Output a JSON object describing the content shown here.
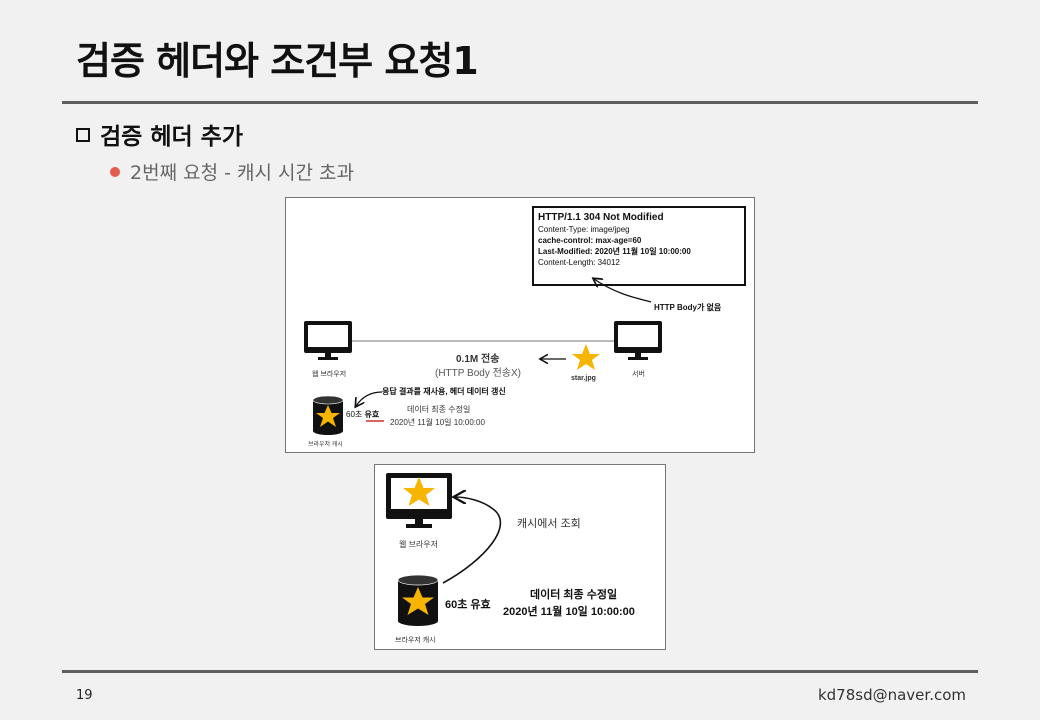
{
  "slide": {
    "title": "검증 헤더와 조건부 요청1",
    "section": "검증 헤더 추가",
    "bullet": "2번째 요청 - 캐시 시간 초과",
    "page_number": "19",
    "email": "kd78sd@naver.com"
  },
  "diagram1": {
    "response_lines": [
      "HTTP/1.1 304 Not Modified",
      "Content-Type: image/jpeg",
      "cache-control: max-age=60",
      "Last-Modified: 2020년 11월 10일 10:00:00",
      "Content-Length: 34012"
    ],
    "no_body_note": "HTTP Body가 없음",
    "transfer_size": "0.1M 전송",
    "transfer_note": "(HTTP Body 전송X)",
    "file_name": "star.jpg",
    "browser_label": "웹 브라우저",
    "server_label": "서버",
    "reuse_note": "응답 결과를 재사용, 헤더 데이터 갱신",
    "cache_age": "60초",
    "cache_valid": "유효",
    "last_modified_title": "데이터 최종 수정일",
    "last_modified_value": "2020년 11월 10일 10:00:00",
    "cache_label": "브라우저 캐시"
  },
  "diagram2": {
    "lookup_note": "캐시에서 조회",
    "browser_label": "웹 브라우저",
    "cache_age": "60초",
    "cache_valid": "유효",
    "last_modified_title": "데이터 최종 수정일",
    "last_modified_value": "2020년 11월 10일 10:00:00",
    "cache_label": "브라우저 캐시"
  },
  "colors": {
    "star": "#f7b500",
    "rule": "#5f5f5f",
    "bullet_dot": "#e35b4c",
    "valid_underline": "#d0312d"
  }
}
